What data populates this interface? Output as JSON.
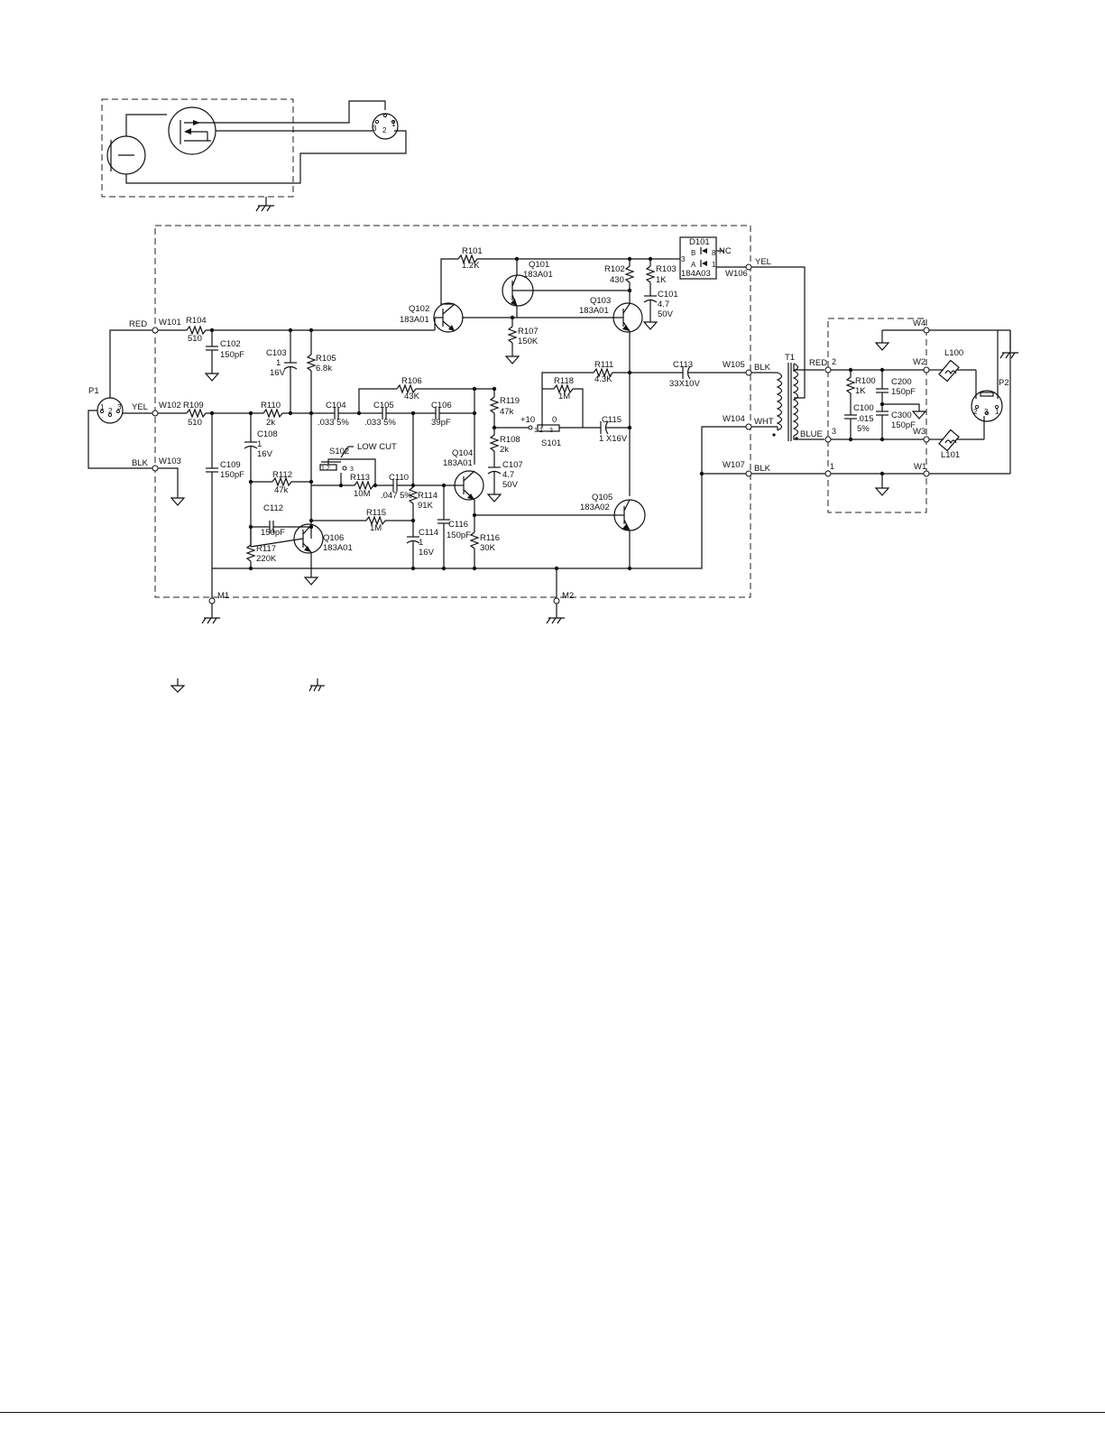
{
  "labels": {
    "P1": "P1",
    "P2": "P2",
    "T1": "T1",
    "W101": "W101",
    "W102": "W102",
    "W103": "W103",
    "W104": "W104",
    "W105": "W105",
    "W106": "W106",
    "W107": "W107",
    "W1": "W1",
    "W2": "W2",
    "W3": "W3",
    "W4": "W4",
    "M1": "M1",
    "M2": "M2",
    "RED_in": "RED",
    "YEL_in": "YEL",
    "BLK_in": "BLK",
    "YEL_out": "YEL",
    "BLK_out": "BLK",
    "WHT_out": "WHT",
    "BLK_out2": "BLK",
    "RED_t": "RED",
    "BLUE_t": "BLUE",
    "R101": "R101",
    "R101v": "1.2K",
    "R102": "R102",
    "R102v": "430",
    "R103": "R103",
    "R103v": "1K",
    "R104": "R104",
    "R104v": "510",
    "R105": "R105",
    "R105v": "6.8k",
    "R106": "R106",
    "R106v": "43K",
    "R107": "R107",
    "R107v": "150K",
    "R108": "R108",
    "R108v": "2k",
    "R109": "R109",
    "R109v": "510",
    "R110": "R110",
    "R110v": "2k",
    "R111": "R111",
    "R111v": "4.3K",
    "R112": "R112",
    "R112v": "47k",
    "R113": "R113",
    "R113v": "10M",
    "R114": "R114",
    "R114v": "91K",
    "R115": "R115",
    "R115v": "1M",
    "R116": "R116",
    "R116v": "30K",
    "R117": "R117",
    "R117v": "220K",
    "R118": "R118",
    "R118v": "1M",
    "R119": "R119",
    "R119v": "47k",
    "R100": "R100",
    "R100v": "1K",
    "C101": "C101",
    "C101v1": "4.7",
    "C101v2": "50V",
    "C102": "C102",
    "C102v": "150pF",
    "C103": "C103",
    "C103v1": "1",
    "C103v2": "16V",
    "C104": "C104",
    "C104v": ".033 5%",
    "C105": "C105",
    "C105v": ".033 5%",
    "C106": "C106",
    "C106v": "39pF",
    "C107": "C107",
    "C107v1": "4.7",
    "C107v2": "50V",
    "C108": "C108",
    "C108v1": "1",
    "C108v2": "16V",
    "C109": "C109",
    "C109v": "150pF",
    "C110": "C110",
    "C110v": ".047 5%",
    "C112": "C112",
    "C112v": "150pF",
    "C113": "C113",
    "C113v": "33X10V",
    "C114": "C114",
    "C114v1": "1",
    "C114v2": "16V",
    "C115": "C115",
    "C115v": "1 X16V",
    "C116": "C116",
    "C116v": "150pF",
    "C100": "C100",
    "C100v1": ".015",
    "C100v2": "5%",
    "C200": "C200",
    "C200v": "150pF",
    "C300": "C300",
    "C300v": "150pF",
    "Q101": "Q101",
    "Q101v": "183A01",
    "Q102": "Q102",
    "Q102v": "183A01",
    "Q103": "Q103",
    "Q103v": "183A01",
    "Q104": "Q104",
    "Q104v": "183A01",
    "Q105": "Q105",
    "Q105v": "183A02",
    "Q106": "Q106",
    "Q106v": "183A01",
    "D101": "D101",
    "D101v": "184A03",
    "NC": "NC",
    "S101": "S101",
    "S101p": "+10",
    "S101z": "0",
    "S102": "S102",
    "S102t": "LOW CUT",
    "L100": "L100",
    "L101": "L101"
  },
  "pins": {
    "p1": "1",
    "p2": "2",
    "p3": "3"
  }
}
